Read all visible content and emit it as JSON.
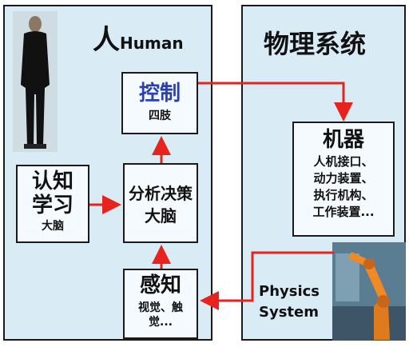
{
  "human_panel": {
    "title_cn": "人",
    "title_en": "Human",
    "control": {
      "title": "控制",
      "sub": "四肢"
    },
    "analysis": {
      "title": "分析决策",
      "sub": "大脑"
    },
    "cognition": {
      "line1": "认知",
      "line2": "学习",
      "sub": "大脑"
    },
    "perception": {
      "title": "感知",
      "sub1": "视觉、触",
      "sub2": "觉..."
    }
  },
  "physics_panel": {
    "title": "物理系统",
    "machine": {
      "title": "机器",
      "items": [
        "人机接口、",
        "动力装置、",
        "执行机构、",
        "工作装置..."
      ]
    },
    "label_line1": "Physics",
    "label_line2": "System"
  },
  "colors": {
    "panel_bg": "#d9ecf6",
    "arrow": "#e8231d",
    "control_title": "#2a3fb0"
  },
  "icons": {
    "person": "person-photo",
    "robot": "industrial-robot-photo"
  }
}
